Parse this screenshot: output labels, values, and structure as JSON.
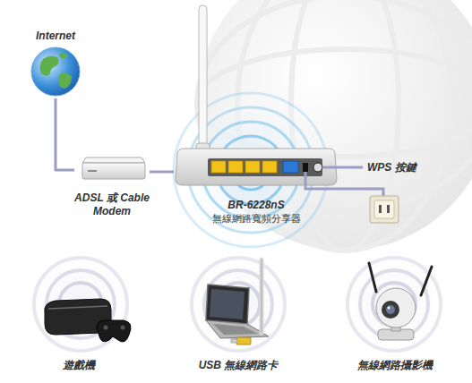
{
  "diagram": {
    "nodes": [
      {
        "text": [
          "Internet"
        ]
      },
      {
        "text": [
          "ADSL 或 Cable Modem"
        ]
      },
      {
        "text": [
          "BR-6228nS",
          "無線網路寬頻分享器"
        ]
      },
      {
        "text": [
          "遊戲機"
        ]
      },
      {
        "text": [
          "USB 無線網路卡"
        ]
      },
      {
        "text": [
          "無線網路攝影機"
        ]
      }
    ],
    "edges": [
      {
        "from": 0,
        "to": 1,
        "arrow": "none"
      },
      {
        "from": 1,
        "to": 2,
        "arrow": "none"
      }
    ],
    "labels": [
      "WPS 按鍵"
    ]
  }
}
